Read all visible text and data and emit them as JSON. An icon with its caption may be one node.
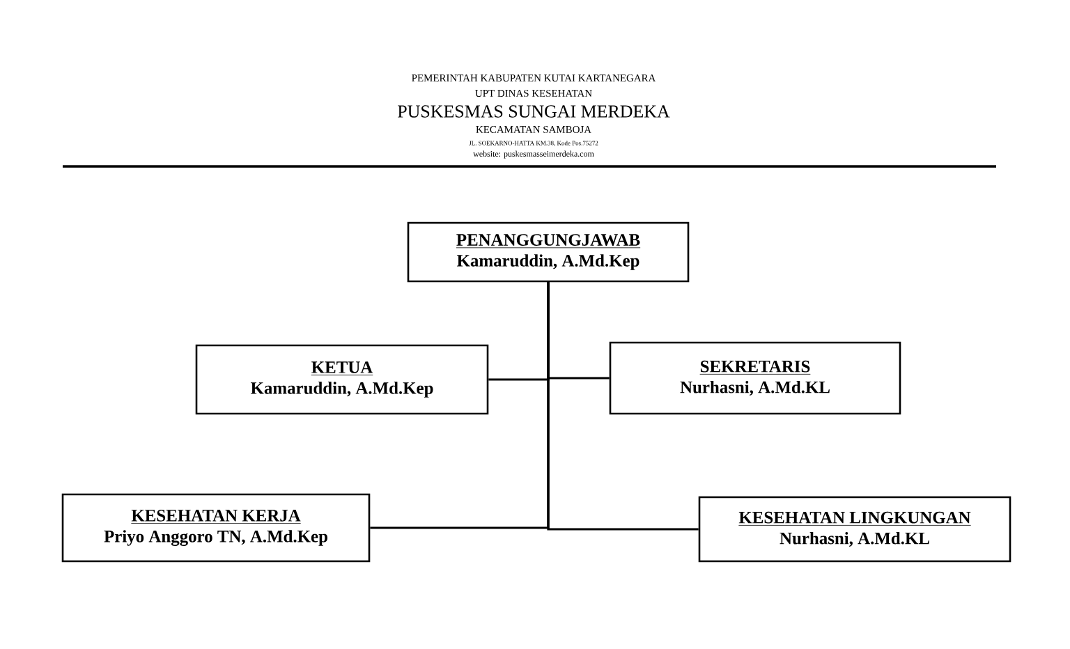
{
  "diagram": {
    "nodes": [
      {
        "text": [
          "PENANGGUNGJAWAB",
          "Kamaruddin, A.Md.Kep"
        ]
      },
      {
        "text": [
          "KETUA",
          "Kamaruddin, A.Md.Kep"
        ]
      },
      {
        "text": [
          "SEKRETARIS",
          "Nurhasni, A.Md.KL"
        ]
      },
      {
        "text": [
          "KESEHATAN KERJA",
          "Priyo Anggoro TN, A.Md.Kep"
        ]
      },
      {
        "text": [
          "KESEHATAN LINGKUNGAN",
          "Nurhasni, A.Md.KL"
        ]
      }
    ],
    "edges": [
      {
        "from": 0,
        "to": 1,
        "arrow": "none"
      },
      {
        "from": 0,
        "to": 2,
        "arrow": "none"
      },
      {
        "from": 0,
        "to": 3,
        "arrow": "none"
      },
      {
        "from": 0,
        "to": 4,
        "arrow": "none"
      }
    ],
    "labels": [
      "PEMERINTAH KABUPATEN KUTAI KARTANEGARA",
      "UPT DINAS KESEHATAN",
      "PUSKESMAS SUNGAI MERDEKA",
      "KECAMATAN SAMBOJA",
      "JL. SOEKARNO-HATTA KM.38, Kode Pos.75272",
      "website: puskesmasseimerdeka.com"
    ]
  }
}
